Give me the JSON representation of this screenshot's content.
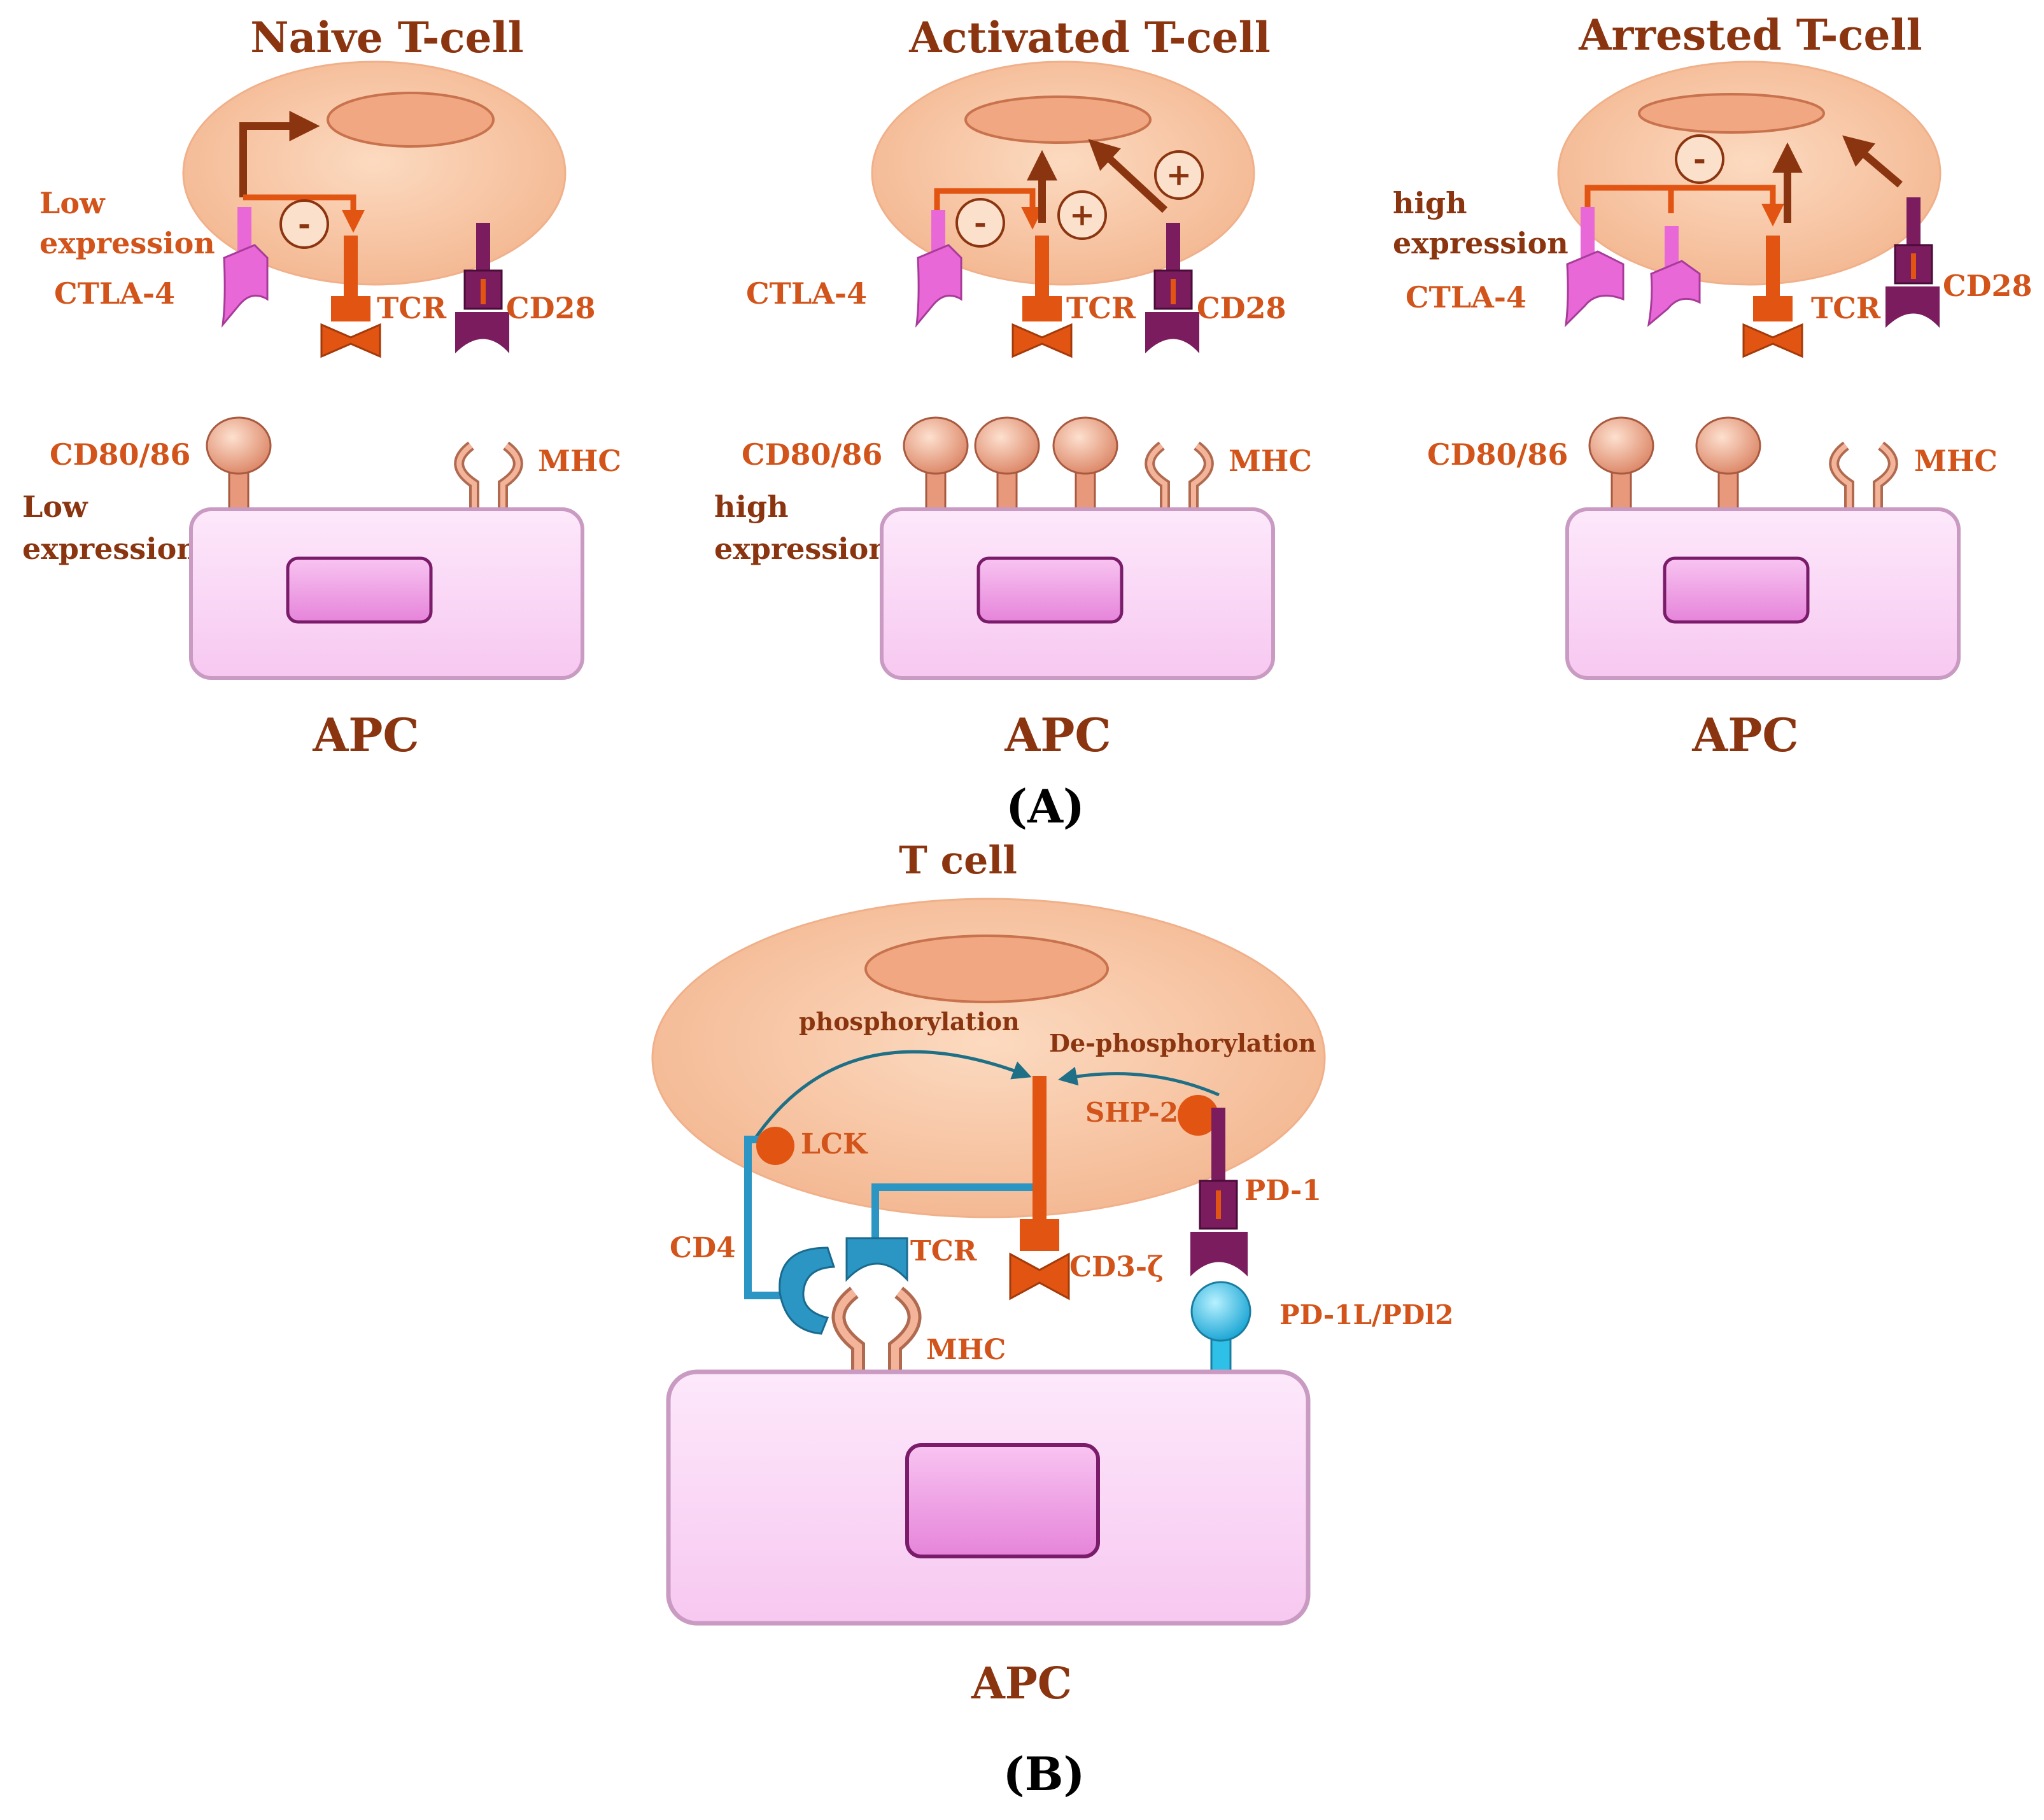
{
  "panel_a": {
    "label": "(A)",
    "naive": {
      "title": "Naive T-cell",
      "tcell_note_line1": "Low",
      "tcell_note_line2": "expression",
      "ctla4": "CTLA-4",
      "tcr": "TCR",
      "cd28": "CD28",
      "minus": "-",
      "cd80": "CD80/86",
      "apc_note_line1": "Low",
      "apc_note_line2": "expression",
      "mhc": "MHC",
      "apc": "APC"
    },
    "activated": {
      "title": "Activated T-cell",
      "ctla4": "CTLA-4",
      "tcr": "TCR",
      "cd28": "CD28",
      "minus": "-",
      "plus_1": "+",
      "plus_2": "+",
      "cd80": "CD80/86",
      "apc_note_line1": "high",
      "apc_note_line2": "expression",
      "mhc": "MHC",
      "apc": "APC"
    },
    "arrested": {
      "title": "Arrested T-cell",
      "tcell_note_line1": "high",
      "tcell_note_line2": "expression",
      "ctla4": "CTLA-4",
      "tcr": "TCR",
      "cd28": "CD28",
      "minus": "-",
      "cd80": "CD80/86",
      "mhc": "MHC",
      "apc": "APC"
    }
  },
  "panel_b": {
    "label": "(B)",
    "tcell_title": "T cell",
    "phosphorylation": "phosphorylation",
    "dephosphorylation": "De-phosphorylation",
    "lck": "LCK",
    "shp2": "SHP-2",
    "cd4": "CD4",
    "tcr": "TCR",
    "cd3z": "CD3-ζ",
    "pd1": "PD-1",
    "pdl": "PD-1L/PDl2",
    "mhc": "MHC",
    "apc": "APC"
  },
  "colors": {
    "label_text": "#d2541a",
    "title_text": "#8b3510",
    "tcell_fill": "#f9c8a5",
    "nucleus_fill": "#f0a57c",
    "apc_fill": "#fcd8f8",
    "apc_nucleus_fill": "#ee9ae4",
    "tcr_orange": "#e25412",
    "ctla4_pink": "#e768d6",
    "cd28_purple": "#7a1c5e",
    "cd4_blue": "#2b95c4",
    "pdl_cyan": "#2fc0e8",
    "ligand_peach": "#e8997c"
  }
}
